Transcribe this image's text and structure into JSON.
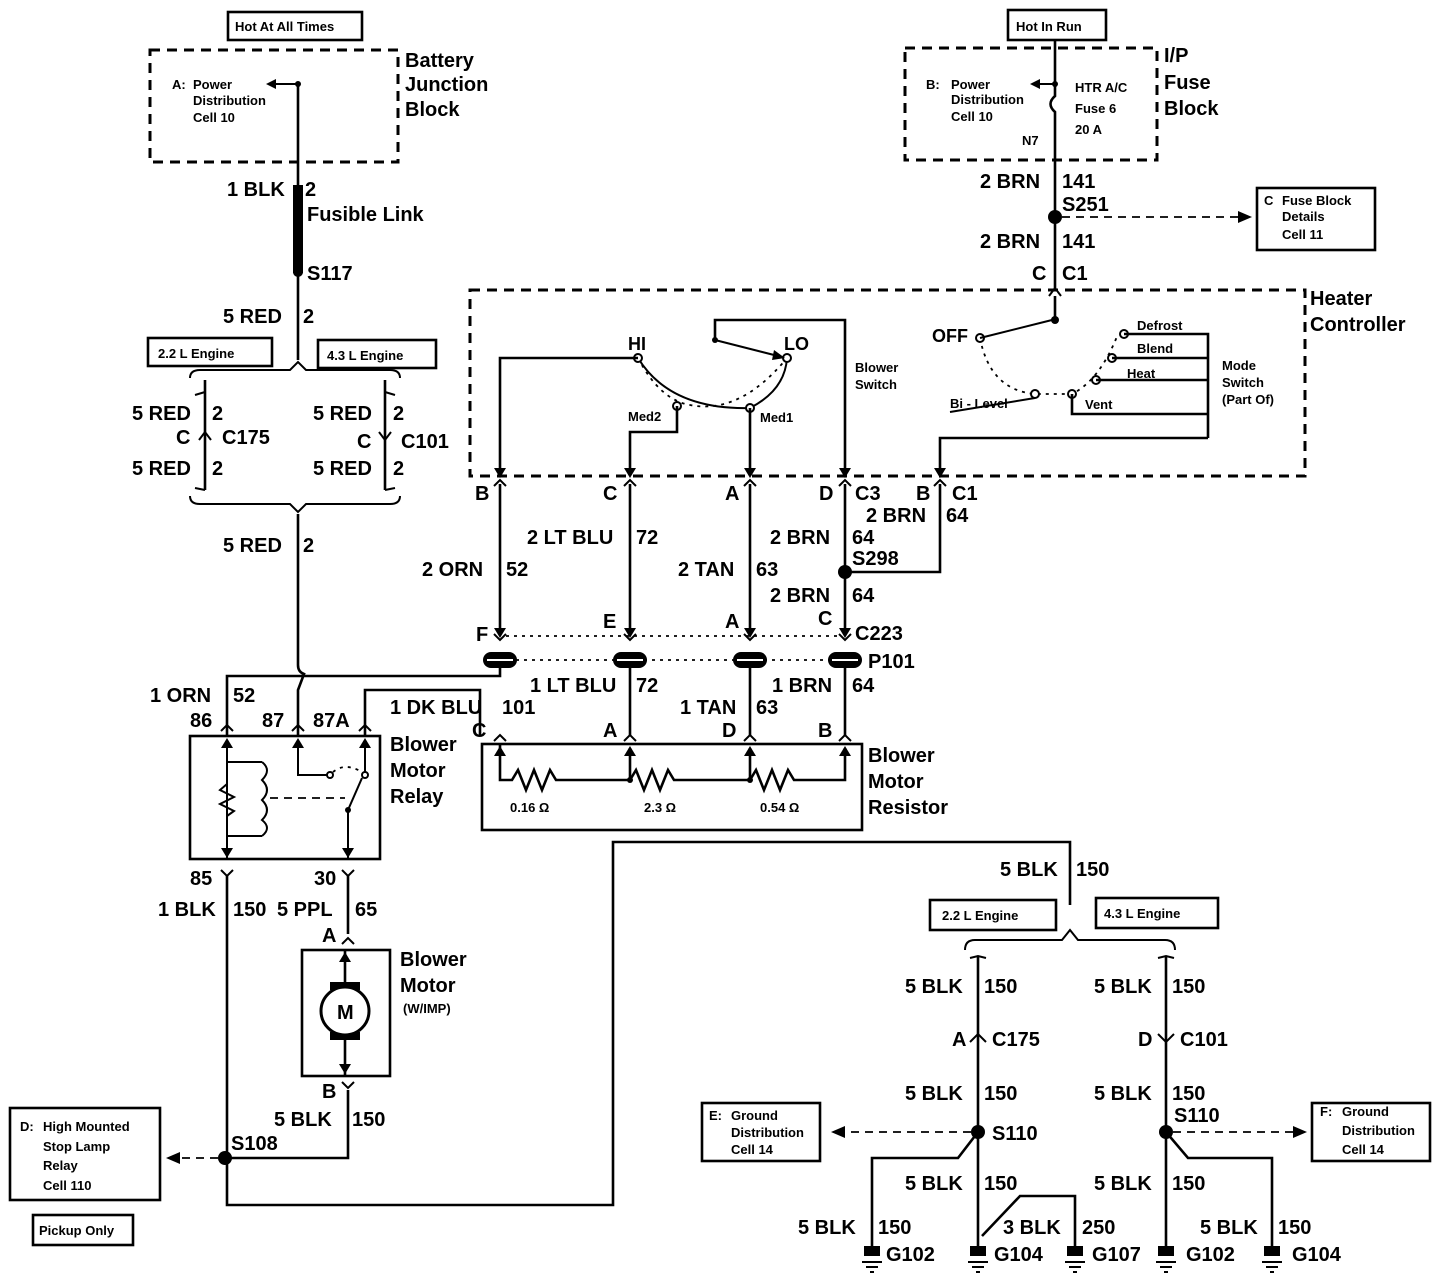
{
  "power": {
    "hot_at_all_times": "Hot At All Times",
    "hot_in_run": "Hot In Run",
    "bjb_title": [
      "Battery",
      "Junction",
      "Block"
    ],
    "bjb_note": [
      "A:",
      "Power",
      "Distribution",
      "Cell 10"
    ],
    "ipfb_title": [
      "I/P",
      "Fuse",
      "Block"
    ],
    "ipfb_note": [
      "B:",
      "Power",
      "Distribution",
      "Cell 10"
    ],
    "fuse_label": [
      "HTR A/C",
      "Fuse 6",
      "20 A"
    ],
    "n7": "N7",
    "fuse_details": [
      "C",
      "Fuse Block",
      "Details",
      "Cell 11"
    ]
  },
  "left_feed": {
    "w1": "1 BLK",
    "w1n": "2",
    "fusible": "Fusible Link",
    "s117": "S117",
    "w2": "5 RED",
    "w2n": "2",
    "eng22": "2.2 L Engine",
    "eng43": "4.3 L Engine",
    "c175": "C175",
    "c101": "C101",
    "cpin": "C",
    "red": "5 RED",
    "redn": "2",
    "w3": "5 RED",
    "w3n": "2"
  },
  "heater_controller": {
    "title": [
      "Heater",
      "Controller"
    ],
    "hi": "HI",
    "lo": "LO",
    "med2": "Med2",
    "med1": "Med1",
    "blower_switch": [
      "Blower",
      "Switch"
    ],
    "off": "OFF",
    "bi_level": "Bi - Level",
    "vent": "Vent",
    "heat": "Heat",
    "blend": "Blend",
    "defrost": "Defrost",
    "mode_switch": [
      "Mode",
      "Switch",
      "(Part Of)"
    ],
    "c3": "C3",
    "c1": "C1"
  },
  "upper_right": {
    "brn141a": "2 BRN",
    "n141a": "141",
    "s251": "S251",
    "brn141b": "2 BRN",
    "n141b": "141",
    "c1": "C1",
    "c1pin": "C"
  },
  "middle_wires": {
    "pins": [
      "B",
      "C",
      "A",
      "D",
      "B"
    ],
    "orn": "2 ORN",
    "orn_n": "52",
    "ltblu": "2 LT BLU",
    "ltblu_n": "72",
    "tan": "2 TAN",
    "tan_n": "63",
    "brn64a": "2 BRN",
    "brn64a_n": "64",
    "brn64b": "2 BRN",
    "brn64b_n": "64",
    "s298": "S298",
    "brn64c": "2 BRN",
    "brn64c_n": "64",
    "c223_pins": [
      "F",
      "E",
      "A",
      "C"
    ],
    "c223": "C223",
    "p101": "P101",
    "orn1": "1 ORN",
    "orn1_n": "52",
    "dkblu": "1 DK BLU",
    "dkblu_n": "101",
    "ltblu1": "1 LT BLU",
    "ltblu1_n": "72",
    "tan1": "1 TAN",
    "tan1_n": "63",
    "brn1": "1 BRN",
    "brn1_n": "64",
    "res_pins": [
      "C",
      "A",
      "D",
      "B"
    ]
  },
  "relay": {
    "pins": [
      "86",
      "87",
      "87A",
      "85",
      "30"
    ],
    "title": [
      "Blower",
      "Motor",
      "Relay"
    ]
  },
  "resistor": {
    "title": [
      "Blower",
      "Motor",
      "Resistor"
    ],
    "r1": "0.16 Ω",
    "r2": "2.3 Ω",
    "r3": "0.54 Ω"
  },
  "motor": {
    "blk150": "1 BLK",
    "blk150_n": "150",
    "ppl": "5 PPL",
    "ppl_n": "65",
    "pin_a": "A",
    "pin_b": "B",
    "title": [
      "Blower",
      "Motor"
    ],
    "note": "(W/IMP)",
    "m": "M",
    "blk5": "5 BLK",
    "blk5_n": "150",
    "s108": "S108",
    "hmsl": [
      "D:",
      "High Mounted",
      "Stop Lamp",
      "Relay",
      "Cell 110"
    ],
    "pickup": "Pickup Only"
  },
  "ground": {
    "top": "5 BLK",
    "top_n": "150",
    "eng22": "2.2 L Engine",
    "eng43": "4.3 L Engine",
    "blk": "5 BLK",
    "blk_n": "150",
    "c175_pin": "A",
    "c175": "C175",
    "c101_pin": "D",
    "c101": "C101",
    "s110": "S110",
    "gd_left": [
      "E:",
      "Ground",
      "Distribution",
      "Cell 14"
    ],
    "gd_right": [
      "F:",
      "Ground",
      "Distribution",
      "Cell 14"
    ],
    "blk3": "3 BLK",
    "blk3_n": "250",
    "g102": "G102",
    "g104": "G104",
    "g107": "G107"
  }
}
